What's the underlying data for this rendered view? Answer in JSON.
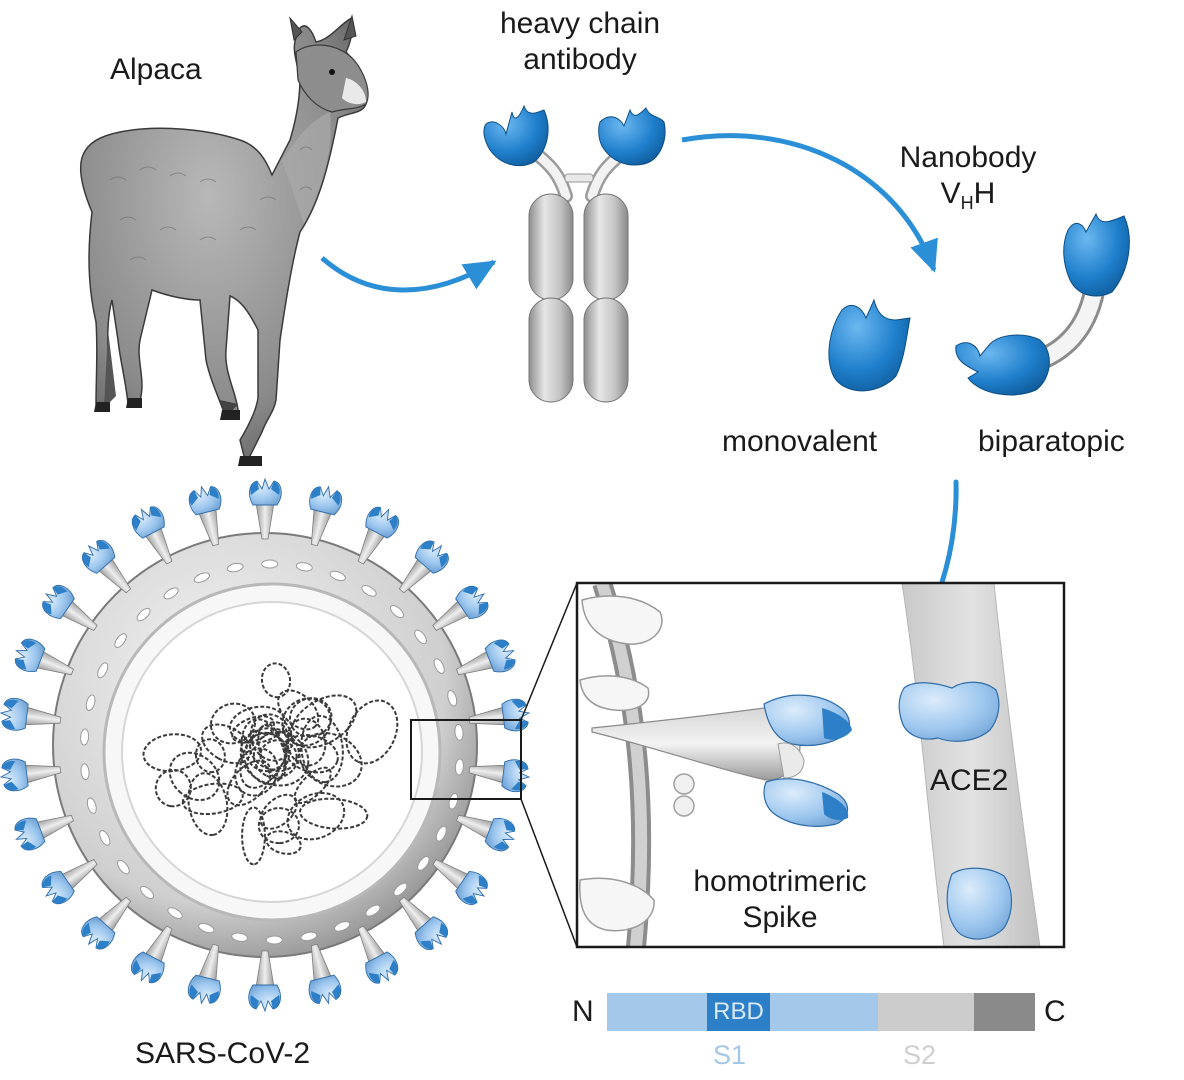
{
  "labels": {
    "alpaca": "Alpaca",
    "heavy_chain_line1": "heavy chain",
    "heavy_chain_line2": "antibody",
    "nanobody_line1": "Nanobody",
    "vhh_v": "V",
    "vhh_sub": "H",
    "vhh_h": "H",
    "monovalent": "monovalent",
    "biparatopic": "biparatopic",
    "ace2": "ACE2",
    "spike_line1": "homotrimeric",
    "spike_line2": "Spike",
    "virus": "SARS-CoV-2"
  },
  "domain_bar": {
    "n_terminus": "N",
    "c_terminus": "C",
    "rbd": "RBD",
    "s1": "S1",
    "s2": "S2"
  },
  "colors": {
    "nanobody_blue": "#1f7fcc",
    "arrow_blue": "#2a8fd6",
    "s1_light_blue": "#a4c8ea",
    "rbd_blue": "#2d7fc7",
    "s2_light_gray": "#cccccc",
    "s2_dark_gray": "#8a8a8a",
    "protein_gray": "#bdbdbd"
  }
}
